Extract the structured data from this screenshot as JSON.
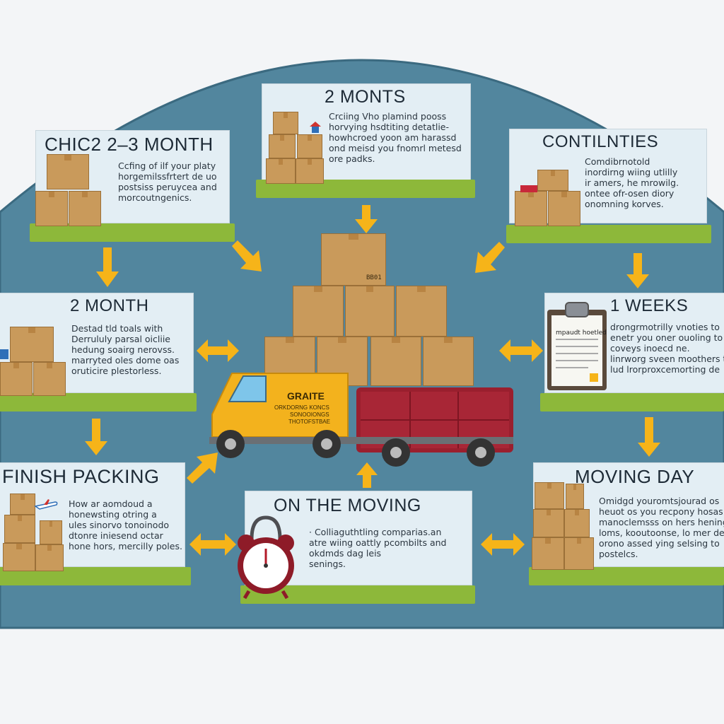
{
  "colors": {
    "background": "#f3f5f7",
    "dome": "#52869e",
    "card": "#e3eef4",
    "base": "#8db83a",
    "arrow": "#f6b419",
    "box": "#c99a5b",
    "truck_cab": "#f3b21d",
    "truck_trailer": "#9a1f2e"
  },
  "stages": {
    "top_left": {
      "title": "CHIC2 2–3 MONTH",
      "lines": [
        "Ccfing of ilf your platy",
        "horgemilssfrtert de uo",
        "postsiss peruycea and",
        "morcoutngenics."
      ]
    },
    "top_center": {
      "title": "2 MONTS",
      "lines": [
        "Crciing Vho plamind pooss",
        "horvying hsdtiting detatlie-",
        "howhcroed yoon am harassd",
        "ond meisd you fnomrl metesd",
        "ore padks."
      ]
    },
    "top_right": {
      "title": "CONTILNTIES",
      "lines": [
        "Comdibrnotold",
        "inordirng wiing utlilly",
        "ir amers, he mrowilg.",
        "ontee ofr-osen diory",
        "onomning korves."
      ]
    },
    "mid_left": {
      "title": "2 MONTH",
      "lines": [
        "Destad tld toals with",
        "Derrululy parsal oicliie",
        "hedung soairg nerovss.",
        "marryted oles dome oas",
        "oruticire plestorless."
      ]
    },
    "mid_right": {
      "title": "1 WEEKS",
      "lines": [
        "drongrmotrilly vnoties to",
        "enetr you oner ouoling to",
        "coveys inoecd ne.",
        "linrworg sveen moothers to",
        "lud lrorproxcemorting de"
      ]
    },
    "bottom_left": {
      "title": "FINISH PACKING",
      "lines": [
        "How ar aomdoud a",
        "honewsting otring a",
        "ules sinorvo tonoinodo",
        "dtonre iniesend octar",
        "hone hors, mercilly poles."
      ]
    },
    "bottom_center": {
      "title": "ON THE MOVING",
      "lines": [
        "· Colliaguthtling comparias.an",
        "atre wiing oattly pcombilts and",
        "okdmds dag leis",
        "senings."
      ]
    },
    "bottom_right": {
      "title": "MOVING DAY",
      "lines": [
        "Omidgd youromtsjourad os",
        "heuot os you recpony hosas",
        "manoclemsss on hers hening",
        "loms, kooutoonse, lo mer de",
        "orono assed ying selsing to",
        "postelcs."
      ]
    }
  },
  "truck": {
    "title": "GRAITE",
    "line1": "ORKDORNG KONCS",
    "line2": "SONOOIONGS",
    "line3": "THOTOFSTBAE"
  },
  "clipboard": {
    "heading": "mpaudt hoetled"
  },
  "center_boxes": {
    "label": "BB01"
  }
}
